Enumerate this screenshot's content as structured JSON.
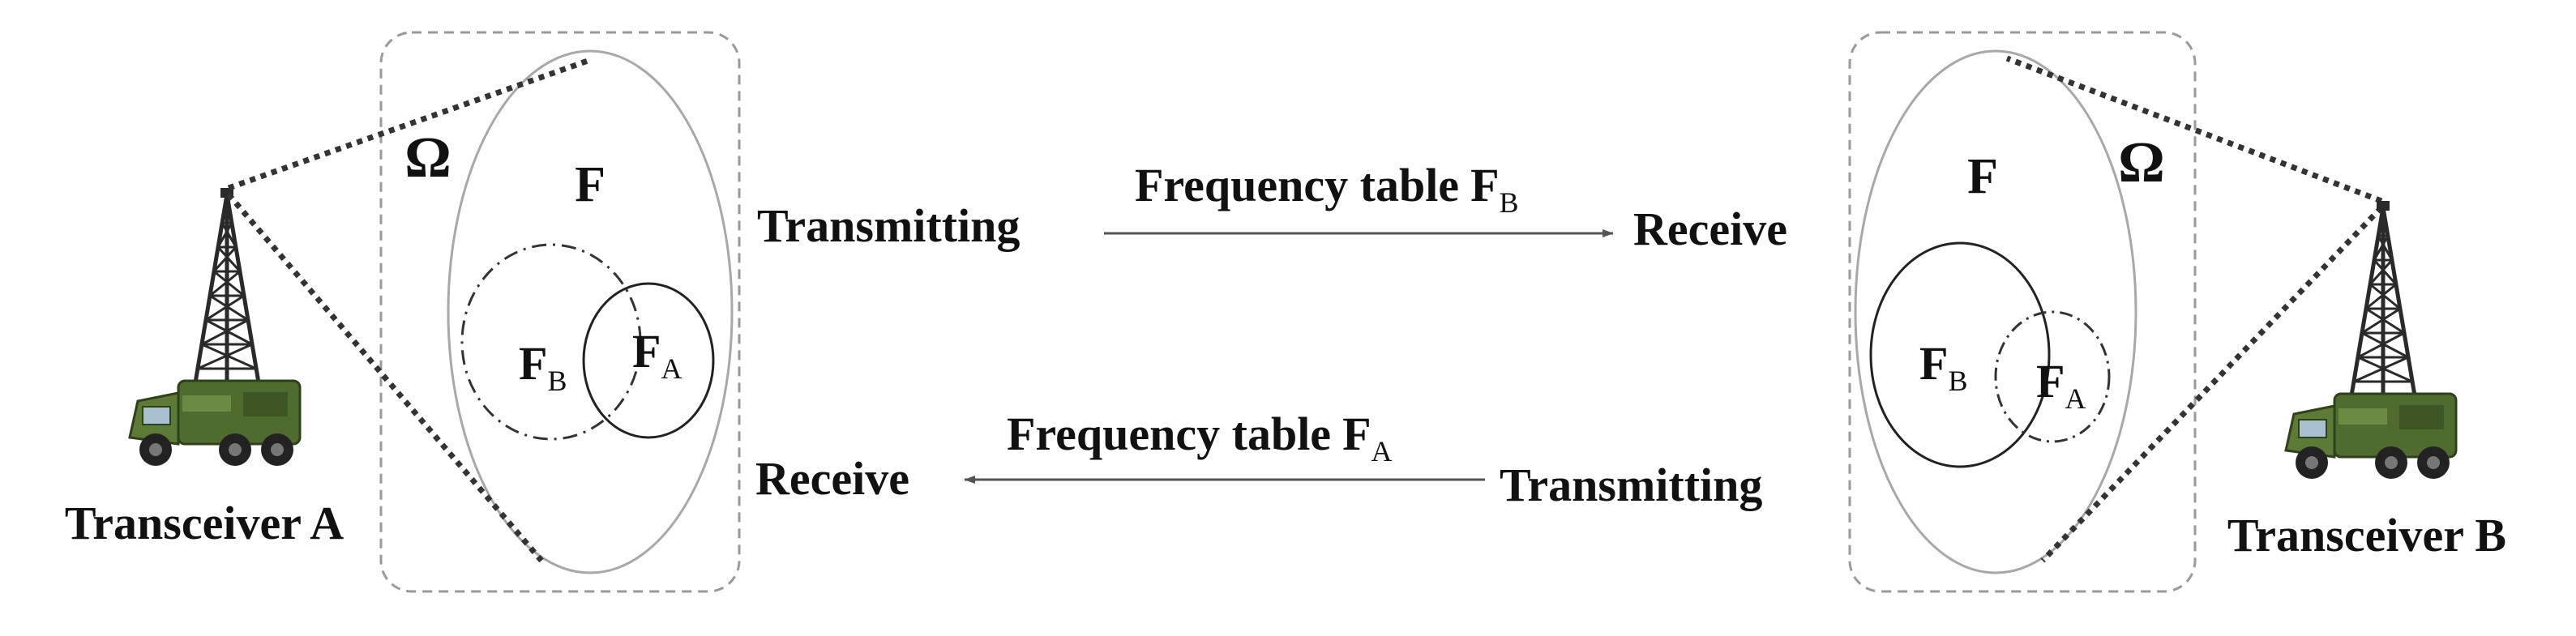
{
  "left": {
    "title": "Transceiver A",
    "omega": "Ω",
    "set_F": "F",
    "subset_b": {
      "base": "F",
      "sub": "B"
    },
    "subset_a": {
      "base": "F",
      "sub": "A"
    }
  },
  "right": {
    "title": "Transceiver B",
    "omega": "Ω",
    "set_F": "F",
    "subset_b": {
      "base": "F",
      "sub": "B"
    },
    "subset_a": {
      "base": "F",
      "sub": "A"
    }
  },
  "top_link": {
    "from": "Transmitting",
    "to": "Receive",
    "label": "Frequency table",
    "table": {
      "base": "F",
      "sub": "B"
    }
  },
  "bottom_link": {
    "from": "Transmitting",
    "to": "Receive",
    "label": "Frequency table",
    "table": {
      "base": "F",
      "sub": "A"
    }
  },
  "colors": {
    "ink": "#111111",
    "dash_box": "#9a9a9a",
    "ellipse": "#a8a8a8",
    "arrow": "#555555",
    "tower": "#2a2a2a",
    "truck": "#4f6b2e"
  }
}
